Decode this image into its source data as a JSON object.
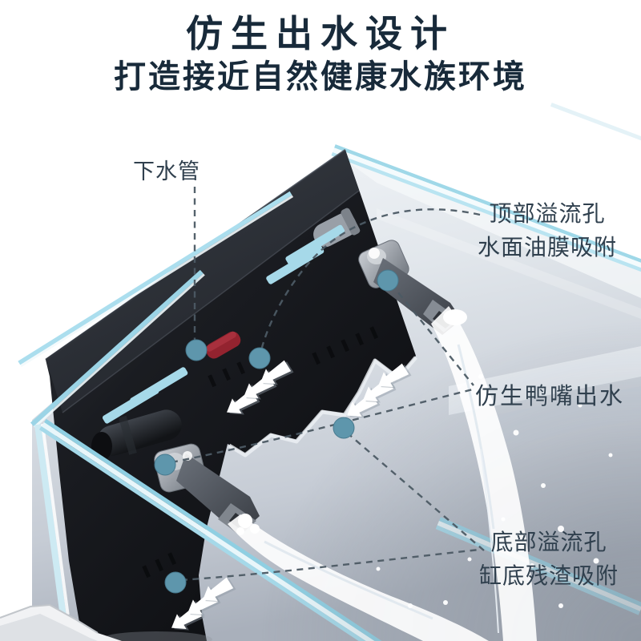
{
  "title": {
    "line1": "仿生出水设计",
    "line2": "打造接近自然健康水族环境"
  },
  "annotations": {
    "down_pipe": {
      "label": "下水管"
    },
    "top_overflow": {
      "line1": "顶部溢流孔",
      "line2": "水面油膜吸附"
    },
    "duckbill_outlet": {
      "label": "仿生鸭嘴出水"
    },
    "bottom_overflow": {
      "line1": "底部溢流孔",
      "line2": "缸底残渣吸附"
    }
  },
  "icons": {
    "callout_dot": "callout-dot",
    "flow_arrow": "flow-arrow-icon",
    "duckbill_nozzle": "duckbill-nozzle",
    "water_stream": "water-stream"
  },
  "colors": {
    "title_text": "#182a3a",
    "label_text": "#30404e",
    "glass_cyan": "#a9dcec",
    "callout_dot": "#5e96ac",
    "dash_line": "#4c5a64",
    "box_black": "#15171b",
    "water_gray": "#c6ccd5",
    "valve_red": "#93232f",
    "background": "#ffffff"
  }
}
